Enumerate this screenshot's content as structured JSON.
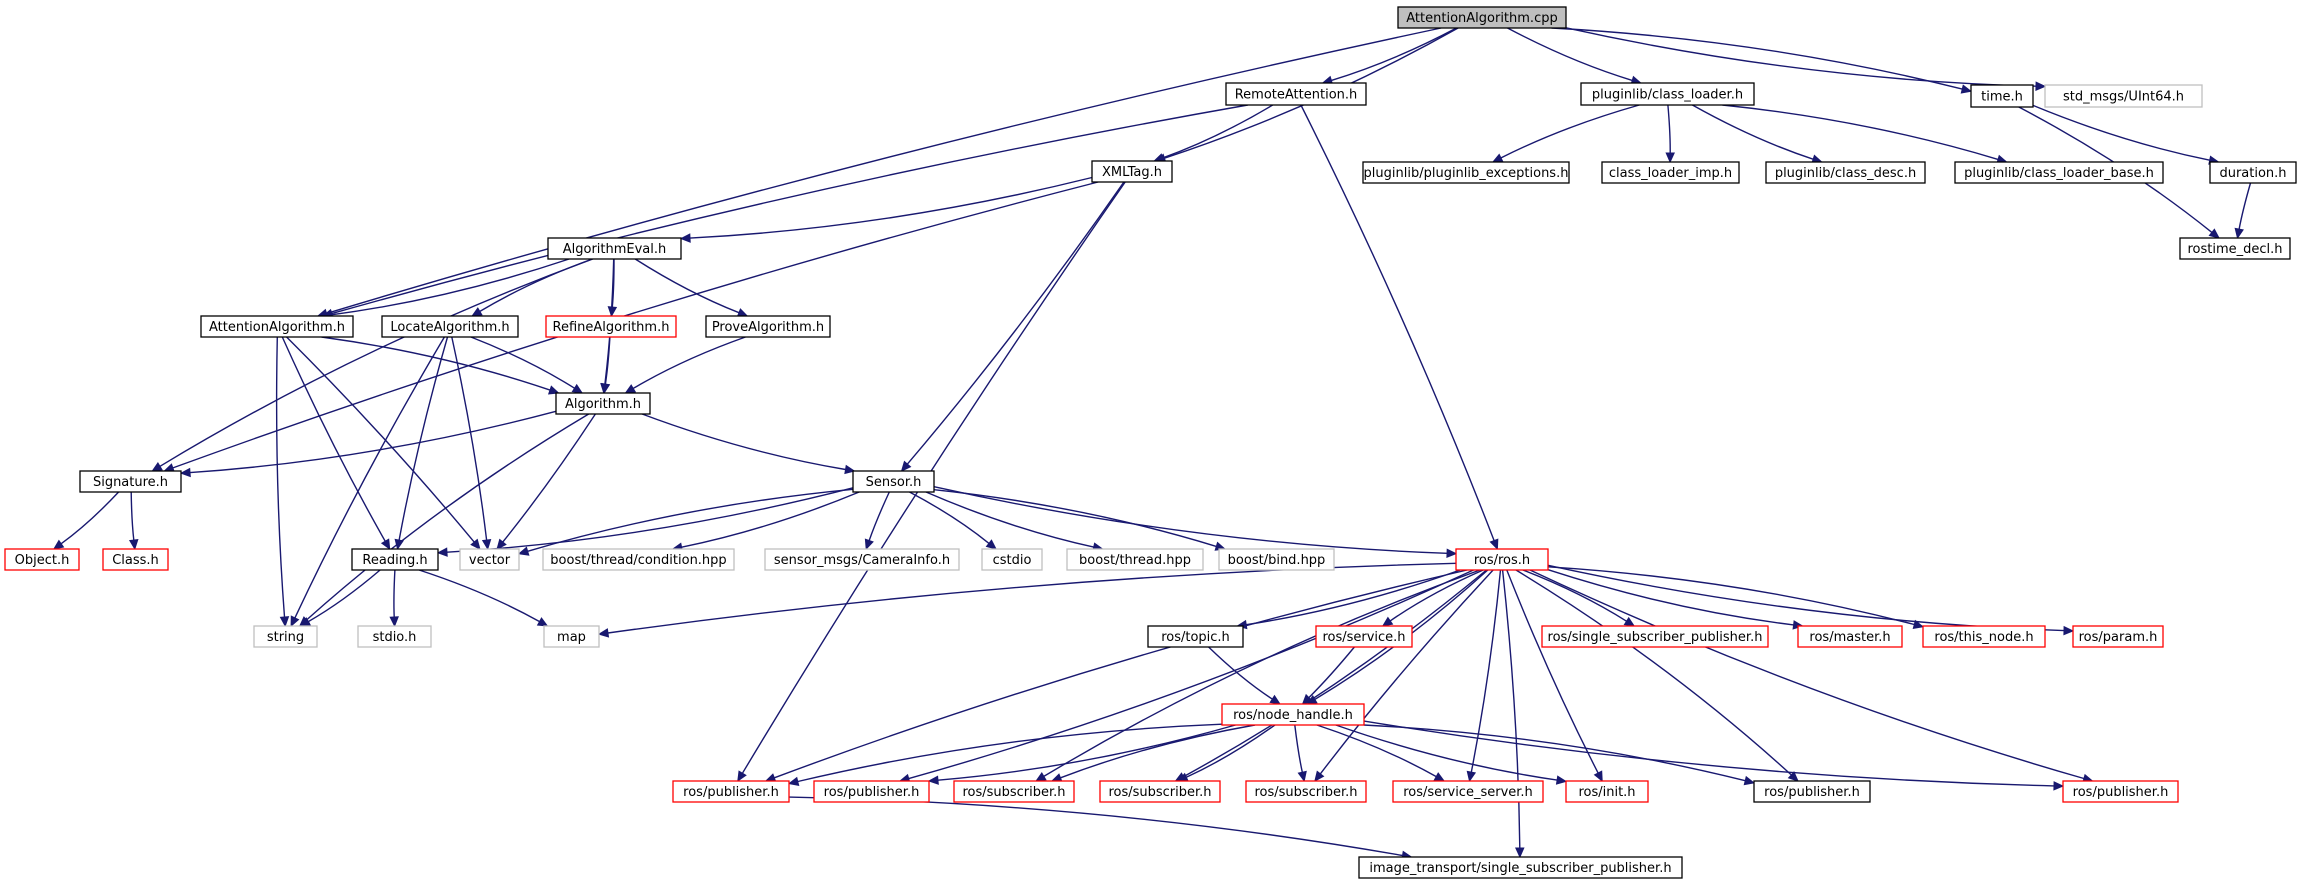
{
  "graph": {
    "colors": {
      "edge": "#191970",
      "normal_border": "#000000",
      "red_border": "#ff0000",
      "gray_border": "#bfbfbf",
      "root_fill": "#bfbfbf",
      "text": "#000000",
      "gray_text": "#000000"
    },
    "nodes": [
      {
        "id": "root",
        "label": "AttentionAlgorithm.cpp",
        "style": "root"
      },
      {
        "id": "remote",
        "label": "RemoteAttention.h",
        "style": "normal"
      },
      {
        "id": "plclass",
        "label": "pluginlib/class_loader.h",
        "style": "normal"
      },
      {
        "id": "time",
        "label": "time.h",
        "style": "normal"
      },
      {
        "id": "stduint",
        "label": "std_msgs/UInt64.h",
        "style": "gray"
      },
      {
        "id": "xml",
        "label": "XMLTag.h",
        "style": "normal"
      },
      {
        "id": "plexc",
        "label": "pluginlib/pluginlib_exceptions.h",
        "style": "normal"
      },
      {
        "id": "clsimp",
        "label": "class_loader_imp.h",
        "style": "normal"
      },
      {
        "id": "cldesc",
        "label": "pluginlib/class_desc.h",
        "style": "normal"
      },
      {
        "id": "clbase",
        "label": "pluginlib/class_loader_base.h",
        "style": "normal"
      },
      {
        "id": "duration",
        "label": "duration.h",
        "style": "normal"
      },
      {
        "id": "rostime",
        "label": "rostime_decl.h",
        "style": "normal"
      },
      {
        "id": "algeval",
        "label": "AlgorithmEval.h",
        "style": "normal"
      },
      {
        "id": "attalg",
        "label": "AttentionAlgorithm.h",
        "style": "normal"
      },
      {
        "id": "locate",
        "label": "LocateAlgorithm.h",
        "style": "normal"
      },
      {
        "id": "refine",
        "label": "RefineAlgorithm.h",
        "style": "red"
      },
      {
        "id": "prove",
        "label": "ProveAlgorithm.h",
        "style": "normal"
      },
      {
        "id": "algorithm",
        "label": "Algorithm.h",
        "style": "normal"
      },
      {
        "id": "signature",
        "label": "Signature.h",
        "style": "normal"
      },
      {
        "id": "sensor",
        "label": "Sensor.h",
        "style": "normal"
      },
      {
        "id": "object",
        "label": "Object.h",
        "style": "red"
      },
      {
        "id": "class",
        "label": "Class.h",
        "style": "red"
      },
      {
        "id": "reading",
        "label": "Reading.h",
        "style": "normal"
      },
      {
        "id": "vector",
        "label": "vector",
        "style": "gray"
      },
      {
        "id": "boostcond",
        "label": "boost/thread/condition.hpp",
        "style": "gray"
      },
      {
        "id": "camerainfo",
        "label": "sensor_msgs/CameraInfo.h",
        "style": "gray"
      },
      {
        "id": "cstdio",
        "label": "cstdio",
        "style": "gray"
      },
      {
        "id": "boostthread",
        "label": "boost/thread.hpp",
        "style": "gray"
      },
      {
        "id": "boostbind",
        "label": "boost/bind.hpp",
        "style": "gray"
      },
      {
        "id": "rosros",
        "label": "ros/ros.h",
        "style": "red"
      },
      {
        "id": "string",
        "label": "string",
        "style": "gray"
      },
      {
        "id": "stdio",
        "label": "stdio.h",
        "style": "gray"
      },
      {
        "id": "map",
        "label": "map",
        "style": "gray"
      },
      {
        "id": "rostopic",
        "label": "ros/topic.h",
        "style": "normal"
      },
      {
        "id": "rosservice",
        "label": "ros/service.h",
        "style": "red"
      },
      {
        "id": "rosssp",
        "label": "ros/single_subscriber_publisher.h",
        "style": "red"
      },
      {
        "id": "rosmaster",
        "label": "ros/master.h",
        "style": "red"
      },
      {
        "id": "rosthisnode",
        "label": "ros/this_node.h",
        "style": "red"
      },
      {
        "id": "rosparam",
        "label": "ros/param.h",
        "style": "red"
      },
      {
        "id": "rosnh",
        "label": "ros/node_handle.h",
        "style": "red"
      },
      {
        "id": "pub1",
        "label": "ros/publisher.h",
        "style": "red"
      },
      {
        "id": "pub2",
        "label": "ros/publisher.h",
        "style": "red"
      },
      {
        "id": "sub1",
        "label": "ros/subscriber.h",
        "style": "red"
      },
      {
        "id": "sub2",
        "label": "ros/subscriber.h",
        "style": "red"
      },
      {
        "id": "sub3",
        "label": "ros/subscriber.h",
        "style": "red"
      },
      {
        "id": "srvserver",
        "label": "ros/service_server.h",
        "style": "red"
      },
      {
        "id": "rosinit",
        "label": "ros/init.h",
        "style": "red"
      },
      {
        "id": "pub3",
        "label": "ros/publisher.h",
        "style": "normal"
      },
      {
        "id": "pub4",
        "label": "ros/publisher.h",
        "style": "red"
      },
      {
        "id": "imgssp",
        "label": "image_transport/single_subscriber_publisher.h",
        "style": "normal"
      }
    ],
    "edges": [
      [
        "root",
        "remote"
      ],
      [
        "root",
        "plclass"
      ],
      [
        "root",
        "time"
      ],
      [
        "root",
        "stduint"
      ],
      [
        "root",
        "xml"
      ],
      [
        "root",
        "attalg"
      ],
      [
        "remote",
        "xml"
      ],
      [
        "remote",
        "attalg"
      ],
      [
        "remote",
        "rosros"
      ],
      [
        "plclass",
        "plexc"
      ],
      [
        "plclass",
        "clsimp"
      ],
      [
        "plclass",
        "cldesc"
      ],
      [
        "plclass",
        "clbase"
      ],
      [
        "time",
        "duration"
      ],
      [
        "time",
        "rostime"
      ],
      [
        "duration",
        "rostime"
      ],
      [
        "xml",
        "algeval"
      ],
      [
        "xml",
        "signature"
      ],
      [
        "xml",
        "sensor"
      ],
      [
        "xml",
        "pub1"
      ],
      [
        "algeval",
        "attalg"
      ],
      [
        "algeval",
        "locate"
      ],
      [
        "algeval",
        "refine"
      ],
      [
        "algeval",
        "prove"
      ],
      [
        "algeval",
        "algorithm"
      ],
      [
        "algeval",
        "signature"
      ],
      [
        "attalg",
        "algorithm"
      ],
      [
        "attalg",
        "reading"
      ],
      [
        "attalg",
        "vector"
      ],
      [
        "attalg",
        "string"
      ],
      [
        "locate",
        "algorithm"
      ],
      [
        "locate",
        "reading"
      ],
      [
        "locate",
        "vector"
      ],
      [
        "locate",
        "string"
      ],
      [
        "refine",
        "algorithm"
      ],
      [
        "prove",
        "algorithm"
      ],
      [
        "algorithm",
        "signature"
      ],
      [
        "algorithm",
        "sensor"
      ],
      [
        "algorithm",
        "vector"
      ],
      [
        "algorithm",
        "string"
      ],
      [
        "signature",
        "object"
      ],
      [
        "signature",
        "class"
      ],
      [
        "sensor",
        "reading"
      ],
      [
        "sensor",
        "vector"
      ],
      [
        "sensor",
        "boostcond"
      ],
      [
        "sensor",
        "camerainfo"
      ],
      [
        "sensor",
        "cstdio"
      ],
      [
        "sensor",
        "boostthread"
      ],
      [
        "sensor",
        "boostbind"
      ],
      [
        "sensor",
        "rosros"
      ],
      [
        "reading",
        "string"
      ],
      [
        "reading",
        "stdio"
      ],
      [
        "reading",
        "map"
      ],
      [
        "rosros",
        "map"
      ],
      [
        "rosros",
        "rostopic"
      ],
      [
        "rosros",
        "rosservice"
      ],
      [
        "rosros",
        "rosssp"
      ],
      [
        "rosros",
        "rosmaster"
      ],
      [
        "rosros",
        "rosthisnode"
      ],
      [
        "rosros",
        "rosparam"
      ],
      [
        "rosros",
        "rosnh"
      ],
      [
        "rosros",
        "pub1"
      ],
      [
        "rosros",
        "pub2"
      ],
      [
        "rosros",
        "sub1"
      ],
      [
        "rosros",
        "sub2"
      ],
      [
        "rosros",
        "sub3"
      ],
      [
        "rosros",
        "srvserver"
      ],
      [
        "rosros",
        "rosinit"
      ],
      [
        "rosros",
        "pub3"
      ],
      [
        "rosros",
        "pub4"
      ],
      [
        "rosros",
        "imgssp"
      ],
      [
        "rostopic",
        "rosnh"
      ],
      [
        "rosservice",
        "rosnh"
      ],
      [
        "rosnh",
        "pub1"
      ],
      [
        "rosnh",
        "pub2"
      ],
      [
        "rosnh",
        "sub1"
      ],
      [
        "rosnh",
        "sub2"
      ],
      [
        "rosnh",
        "sub3"
      ],
      [
        "rosnh",
        "srvserver"
      ],
      [
        "rosnh",
        "rosinit"
      ],
      [
        "rosnh",
        "pub3"
      ],
      [
        "rosnh",
        "pub4"
      ],
      [
        "pub1",
        "imgssp"
      ]
    ]
  }
}
